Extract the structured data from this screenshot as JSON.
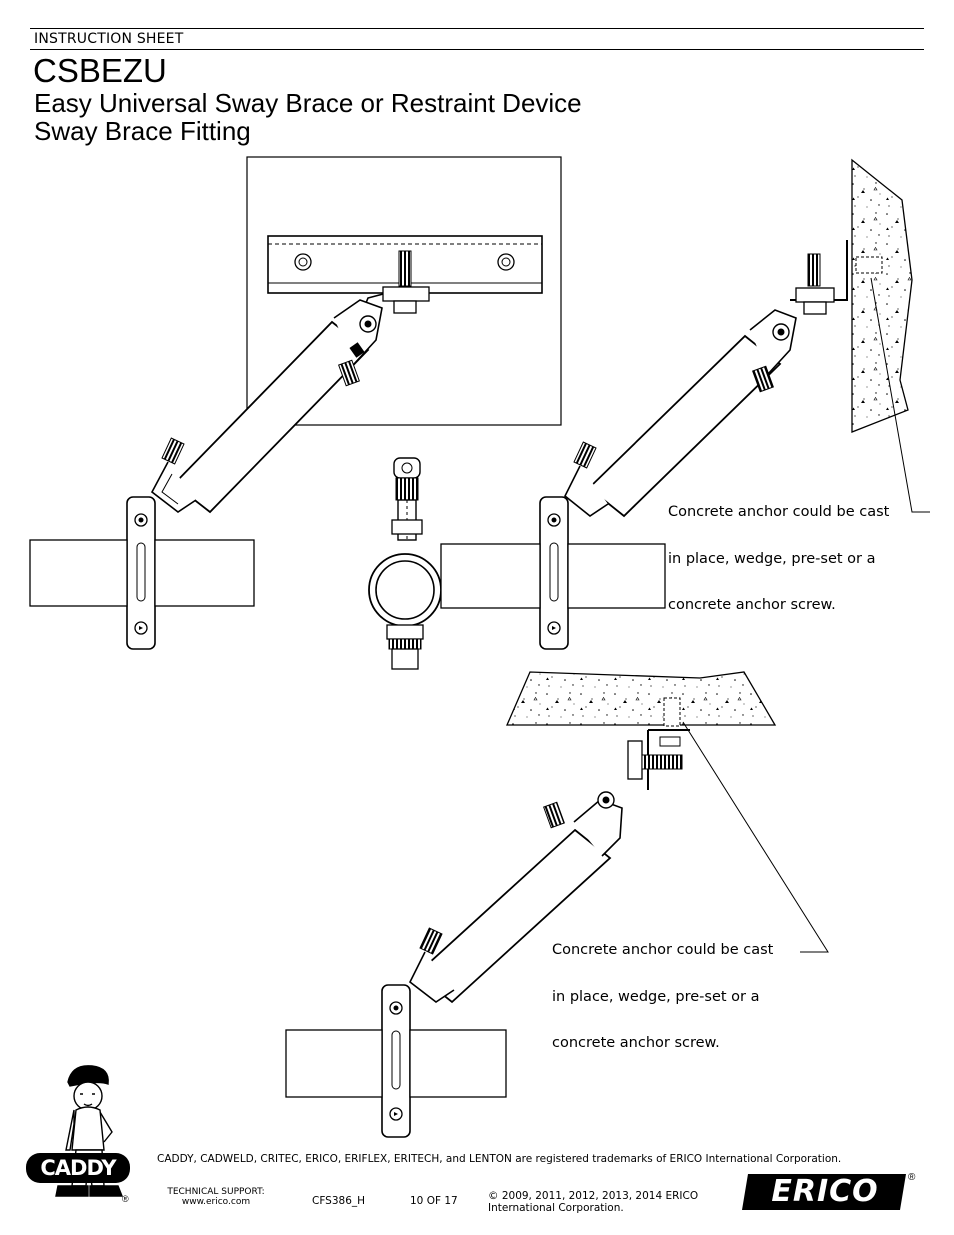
{
  "header": {
    "label": "INSTRUCTION SHEET",
    "title": "CSBEZU",
    "subtitle_1": "Easy Universal Sway Brace or Restraint Device",
    "subtitle_2": "Sway Brace Fitting"
  },
  "callouts": {
    "wall_anchor_line1": "Concrete anchor could be cast",
    "wall_anchor_line2": "in place, wedge, pre-set or a",
    "wall_anchor_line3": "concrete anchor screw.",
    "ceiling_anchor_line1": "Concrete anchor could be cast",
    "ceiling_anchor_line2": "in place, wedge, pre-set or a",
    "ceiling_anchor_line3": "concrete anchor screw."
  },
  "footer": {
    "trademarks": "CADDY, CADWELD, CRITEC, ERICO, ERIFLEX, ERITECH, and LENTON are registered trademarks of ERICO International Corporation.",
    "support_label": "TECHNICAL SUPPORT:",
    "support_url": "www.erico.com",
    "doc_code": "CFS386_H",
    "page": "10 OF 17",
    "copyright_1": "© 2009, 2011, 2012, 2013, 2014 ERICO",
    "copyright_2": "International Corporation.",
    "caddy_logo": "CADDY",
    "erico_logo": "ERICO",
    "registered": "®"
  }
}
